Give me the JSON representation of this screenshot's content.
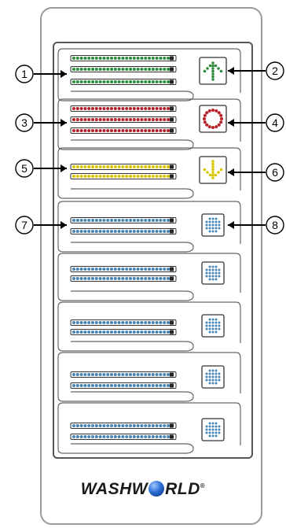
{
  "callouts": [
    {
      "label": "1",
      "side": "left",
      "target": "section-1-boards"
    },
    {
      "label": "2",
      "side": "right",
      "target": "green-arrow-up-light"
    },
    {
      "label": "3",
      "side": "left",
      "target": "section-2-boards"
    },
    {
      "label": "4",
      "side": "right",
      "target": "red-ring-light"
    },
    {
      "label": "5",
      "side": "left",
      "target": "section-3-boards"
    },
    {
      "label": "6",
      "side": "right",
      "target": "yellow-arrow-down-light"
    },
    {
      "label": "7",
      "side": "left",
      "target": "section-4-boards"
    },
    {
      "label": "8",
      "side": "right",
      "target": "blue-cluster-light"
    }
  ],
  "brand": {
    "wordmark_part1": "WASHW",
    "wordmark_part2": "RLD",
    "trademark": "®",
    "globe_icon": "globe-icon"
  },
  "led_colors": {
    "green": "#2e8b3e",
    "red": "#b8202a",
    "yellow": "#d9c400",
    "blue": "#4a86b4",
    "panel_outline": "#555555"
  },
  "sections": [
    {
      "color": "green",
      "strips": 3,
      "icon": "arrow-up-icon"
    },
    {
      "color": "red",
      "strips": 3,
      "icon": "ring-icon"
    },
    {
      "color": "yellow",
      "strips": 2,
      "icon": "arrow-down-icon"
    },
    {
      "color": "blue",
      "strips": 2,
      "icon": "dot-cluster-icon"
    },
    {
      "color": "blue",
      "strips": 2,
      "icon": "dot-cluster-icon"
    },
    {
      "color": "blue",
      "strips": 2,
      "icon": "dot-cluster-icon"
    },
    {
      "color": "blue",
      "strips": 2,
      "icon": "dot-cluster-icon"
    },
    {
      "color": "blue",
      "strips": 2,
      "icon": "dot-cluster-icon"
    }
  ]
}
